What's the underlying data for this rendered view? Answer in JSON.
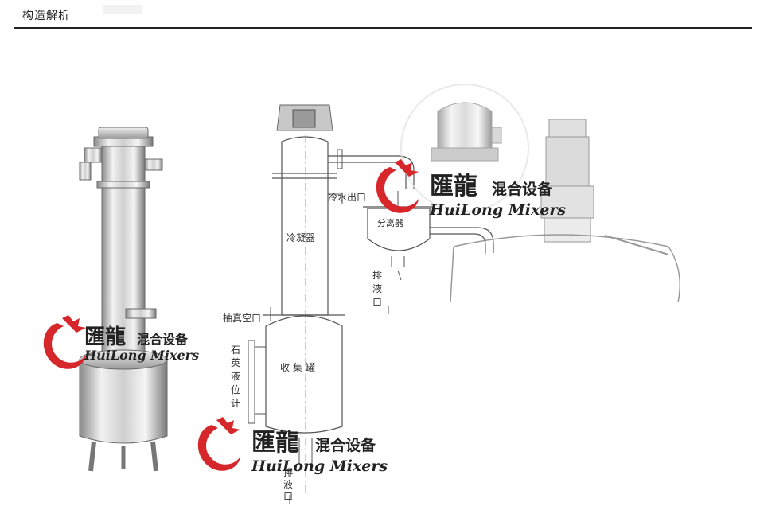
{
  "header": {
    "title": "构造解析"
  },
  "labels": {
    "outlet": "冷水出口",
    "separator": "分离器",
    "condenser": "冷凝器",
    "drain1": [
      "排",
      "液",
      "口"
    ],
    "vacuum": "抽真空口",
    "quartz": [
      "石",
      "英",
      "液",
      "位",
      "计"
    ],
    "tank": "收集罐",
    "drain2": [
      "排",
      "液",
      "口"
    ]
  },
  "watermark": {
    "cn_brand": "匯龍",
    "cn_suffix": "混合设备",
    "en": "HuiLong Mixers"
  },
  "colors": {
    "brand_red": "#d6282b",
    "steel_light": "#e8e8e8",
    "steel_dark": "#8a8a8a"
  }
}
